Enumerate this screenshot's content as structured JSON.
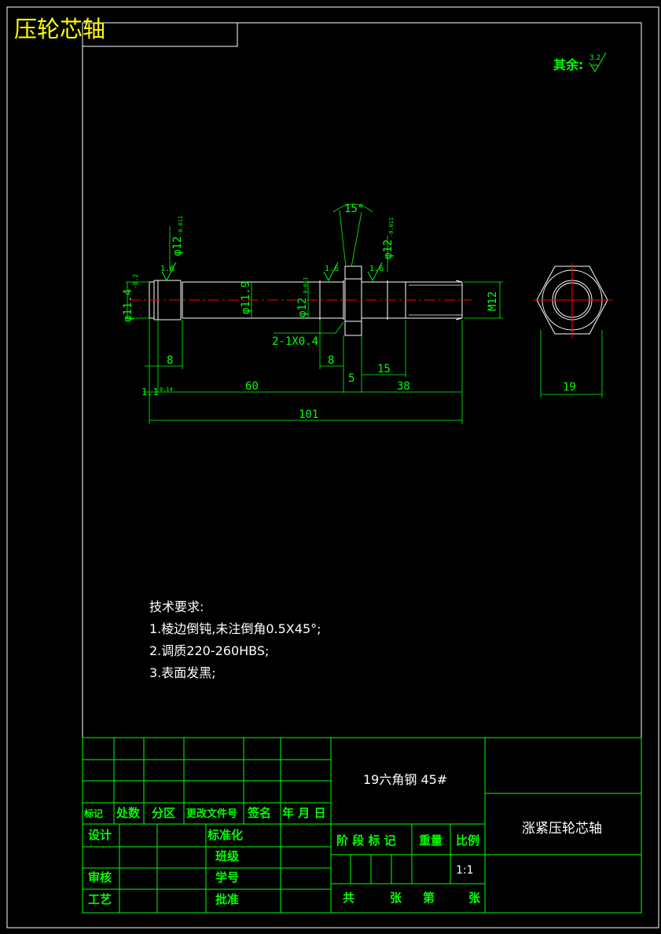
{
  "header": {
    "title": "压轮芯轴"
  },
  "roughness_note": {
    "label": "其余:",
    "value": "3.2"
  },
  "dimensions": {
    "d_left": "φ11.4",
    "d_left_tol": "-0.2",
    "d_main": "φ11.9",
    "d_journal1": "φ12",
    "d_journal1_tol": "-0.011",
    "d_journal2": "φ12",
    "d_journal2_tol": "-0.011",
    "d_journal3": "φ12",
    "d_journal3_tol": "-0.011",
    "thread": "M12",
    "angle": "15°",
    "chamfer": "2-1X0.4",
    "rough1": "1.6",
    "rough2": "1.6",
    "rough3": "1.6",
    "len_8a": "8",
    "len_8b": "8",
    "len_15": "15",
    "len_60": "60",
    "len_5": "5",
    "len_38": "38",
    "len_1": "1.1",
    "len_1_tol": "0.14",
    "len_101": "101",
    "hex_size": "19"
  },
  "tech": {
    "heading": "技术要求:",
    "items": [
      "1.棱边倒钝,未注倒角0.5X45°;",
      "2.调质220-260HBS;",
      "3.表面发黑;"
    ]
  },
  "title_block": {
    "material": "19六角钢  45#",
    "part_name": "涨紧压轮芯轴",
    "rev_headers": [
      "标记",
      "处数",
      "分区",
      "更改文件号",
      "签名",
      "年 月 日"
    ],
    "sign_rows": [
      "设计",
      "审核",
      "工艺"
    ],
    "std_labels": [
      "标准化",
      "班级",
      "学号",
      "批准"
    ],
    "stage_headers": [
      "阶 段 标 记",
      "重量",
      "比例"
    ],
    "scale": "1:1",
    "sheet_labels": [
      "共",
      "张",
      "第",
      "张"
    ]
  },
  "colors": {
    "line": "#ffffff",
    "green": "#00ff00",
    "yellow": "#ffff00",
    "red": "#ff0000"
  }
}
